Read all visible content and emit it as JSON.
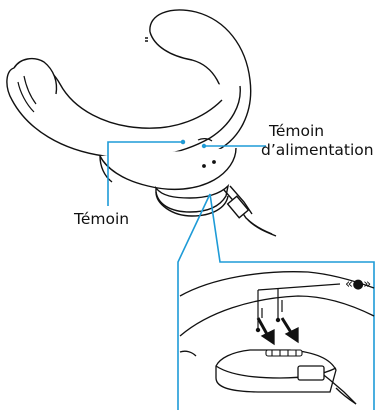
{
  "callouts": {
    "power_indicator": {
      "line1": "Témoin",
      "line2": "d’alimentation"
    },
    "indicator": "Témoin",
    "charge_symbol": "«●»"
  },
  "colors": {
    "leader_line": "#1e9bd7",
    "outline": "#111111"
  }
}
